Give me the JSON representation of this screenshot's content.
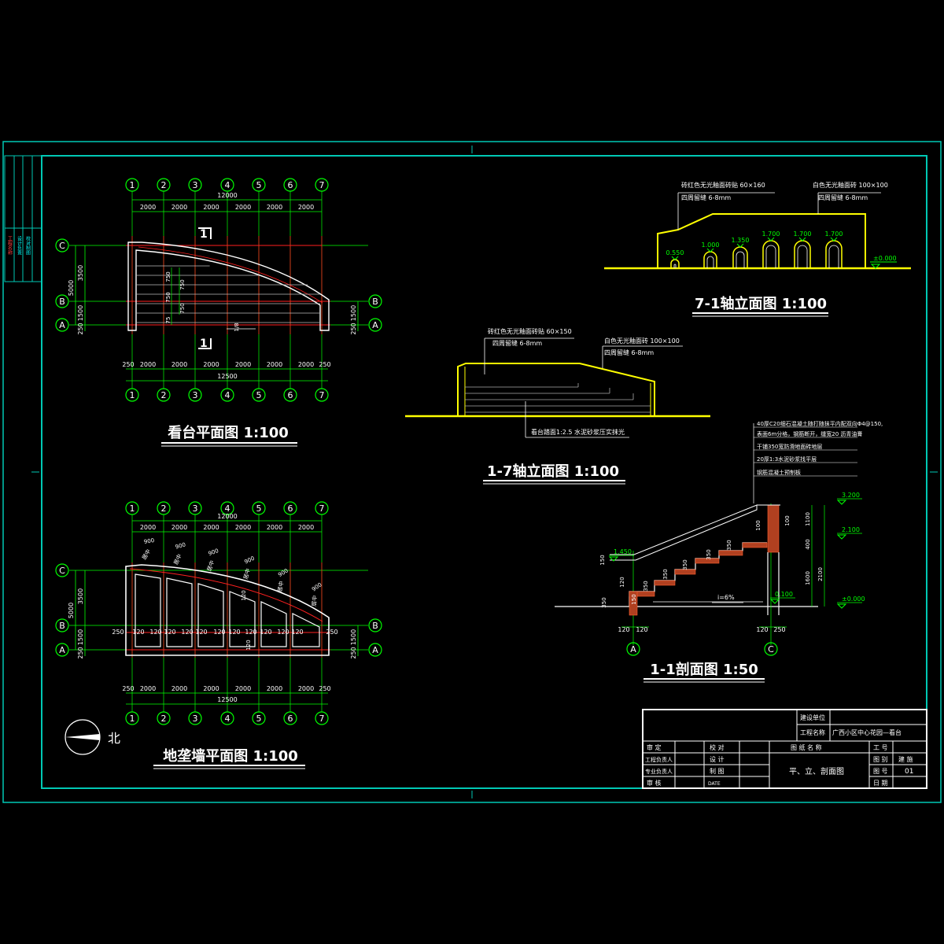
{
  "colors": {
    "frame": "#00c8b4",
    "grid": "#00ff00",
    "wall": "#ffffff",
    "red": "#ff2020",
    "yellow": "#ffff00",
    "brick": "#d04020"
  },
  "axes_numbers": [
    "1",
    "2",
    "3",
    "4",
    "5",
    "6",
    "7"
  ],
  "axes_letters": {
    "a": "A",
    "b": "B",
    "c": "C"
  },
  "plan1": {
    "title": "看台平面图 1:100",
    "top_total": "12000",
    "spans": [
      "2000",
      "2000",
      "2000",
      "2000",
      "2000",
      "2000"
    ],
    "bottom_total": "12500",
    "edge_dim": "250",
    "left_total": "5000",
    "left_upper": "3500",
    "left_lower": "1500",
    "left_small": "250",
    "right_dims": [
      "250",
      "1500"
    ],
    "steps": [
      "750",
      "750",
      "750",
      "750"
    ],
    "small_75": "75",
    "section_mark": "1",
    "slope_note": "1/8"
  },
  "plan2": {
    "title": "地垄墙平面图 1:100",
    "top_total": "12000",
    "spans": [
      "2000",
      "2000",
      "2000",
      "2000",
      "2000",
      "2000"
    ],
    "bottom_total": "12500",
    "edge_dim": "250",
    "wall_dims": [
      "120",
      "120"
    ],
    "opening": "900",
    "opening_note": "居中",
    "north": "北"
  },
  "elev71": {
    "title": "7-1轴立面图 1:100",
    "note1": "砖红色无光釉面砖贴 60×160",
    "note1b": "四周留缝 6-8mm",
    "note2": "白色无光釉面砖 100×100",
    "note2b": "四周留缝 6-8mm",
    "levels": [
      "0.550",
      "1.000",
      "1.350",
      "1.700",
      "1.700",
      "1.700"
    ],
    "ground": "±0.000"
  },
  "elev17": {
    "title": "1-7轴立面图 1:100",
    "note1": "砖红色无光釉面砖贴 60×150",
    "note1b": "四周留缝 6-8mm",
    "note2": "白色无光釉面砖 100×100",
    "note2b": "四周留缝 6-8mm",
    "note3": "看台踏面1:2.5 水泥砂浆压实抹光"
  },
  "section": {
    "title": "1-1剖面图 1:50",
    "notes": [
      "40厚C20细石混凝土随打随抹平内配双向Φ4@150,",
      "表面6m分格，钢筋断开，缝宽20 沥青油膏",
      "干铺350宽防滑地面砖地层",
      "20厚1:3水泥砂浆找平层",
      "钢筋混凝土预制板"
    ],
    "levels": [
      "3.200",
      "2.100",
      "1.450",
      "0.100",
      "±0.000"
    ],
    "dims": [
      "1100",
      "400",
      "1600",
      "2100",
      "350",
      "350",
      "350",
      "350",
      "150",
      "120",
      "120",
      "120",
      "250",
      "100",
      "150",
      "100",
      "120",
      "350"
    ],
    "slope": "i=6%",
    "axis_a": "A",
    "axis_c": "C"
  },
  "titleblock": {
    "unit_label": "建设单位",
    "project_label": "工程名称",
    "project_name": "广西小区中心花园—看台",
    "row1": [
      "审 定",
      "校 对"
    ],
    "row2": [
      "工程负责人",
      "设 计"
    ],
    "row3": [
      "专业负责人",
      "制 图"
    ],
    "row4": [
      "审 核",
      "DATE"
    ],
    "drawing_name_label": "图 纸 名 称",
    "drawing_name": "平、立、剖面图",
    "job_no": "工 号",
    "sheet_label": "图 别",
    "sheet_value": "建 施",
    "num_label": "图 号",
    "num_value": "01",
    "date_label": "日 期"
  },
  "sidebar": {
    "col1": "工程名称",
    "col2": "设计负责",
    "col3": "校对制图"
  }
}
